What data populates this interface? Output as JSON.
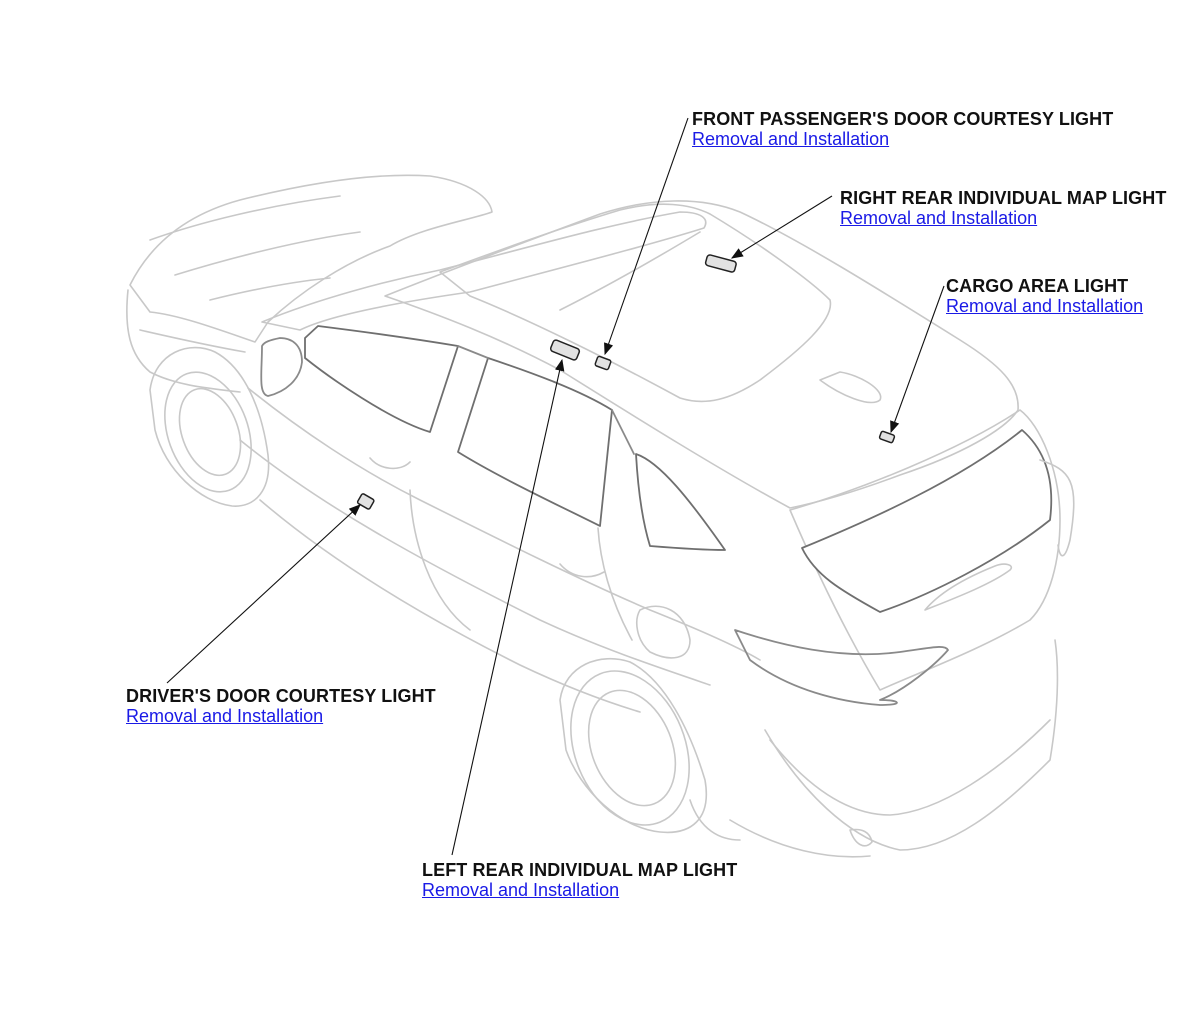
{
  "callouts": {
    "front_passenger_door_courtesy_light": {
      "title": "FRONT PASSENGER'S DOOR COURTESY LIGHT",
      "link": "Removal and Installation"
    },
    "right_rear_individual_map_light": {
      "title": "RIGHT REAR INDIVIDUAL MAP LIGHT",
      "link": "Removal and Installation"
    },
    "cargo_area_light": {
      "title": "CARGO AREA LIGHT",
      "link": "Removal and Installation"
    },
    "drivers_door_courtesy_light": {
      "title": "DRIVER'S DOOR COURTESY LIGHT",
      "link": "Removal and Installation"
    },
    "left_rear_individual_map_light": {
      "title": "LEFT REAR INDIVIDUAL MAP LIGHT",
      "link": "Removal and Installation"
    }
  },
  "colors": {
    "title_text": "#111111",
    "link": "#1a1ae6",
    "car_outline": "#c8c8c8",
    "leader_line": "#111111"
  },
  "icons": {
    "arrowhead": "arrowhead-icon",
    "light_fixture": "lamp-icon"
  }
}
